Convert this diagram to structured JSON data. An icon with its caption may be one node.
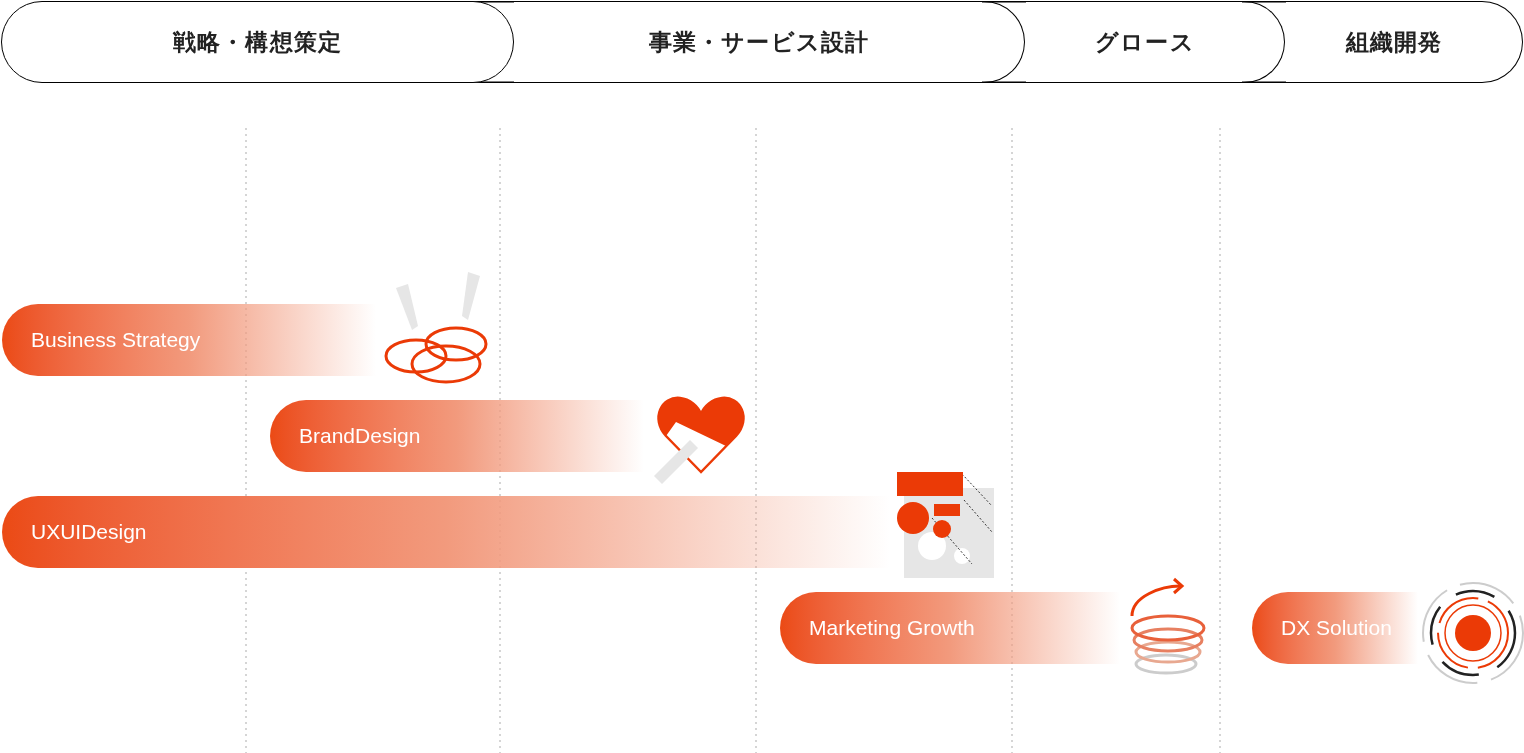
{
  "diagram": {
    "nodes": [
      {
        "text": [
          "戦略・構想策定"
        ]
      },
      {
        "text": [
          "事業・サービス設計"
        ]
      },
      {
        "text": [
          "グロース"
        ]
      },
      {
        "text": [
          "組織開発"
        ]
      },
      {
        "text": [
          "Business Strategy"
        ]
      },
      {
        "text": [
          "BrandDesign"
        ]
      },
      {
        "text": [
          "UXUIDesign"
        ]
      },
      {
        "text": [
          "Marketing Growth"
        ]
      },
      {
        "text": [
          "DX Solution"
        ]
      }
    ]
  }
}
